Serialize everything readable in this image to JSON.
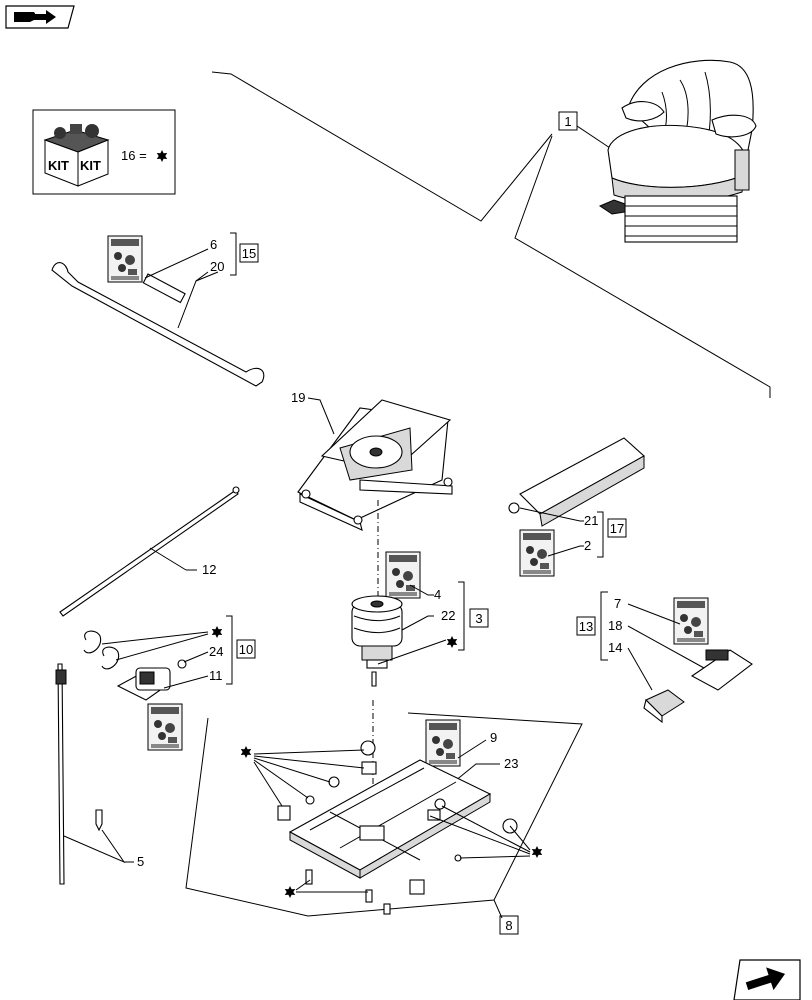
{
  "kit_legend": {
    "kit_text_1": "KIT",
    "kit_text_2": "KIT",
    "equation": "16 ="
  },
  "boxed_refs": [
    "1",
    "15",
    "17",
    "3",
    "13",
    "10",
    "8"
  ],
  "callouts": [
    "6",
    "20",
    "19",
    "12",
    "21",
    "2",
    "4",
    "22",
    "7",
    "18",
    "14",
    "24",
    "11",
    "9",
    "23",
    "5"
  ],
  "icons": {
    "top_left": "book-arrow-icon",
    "bottom_right": "next-page-arrow-icon",
    "kit_marker": "six-point-star-icon"
  },
  "colors": {
    "line": "#000000",
    "shade": "#d9d9d9",
    "background": "#ffffff"
  }
}
